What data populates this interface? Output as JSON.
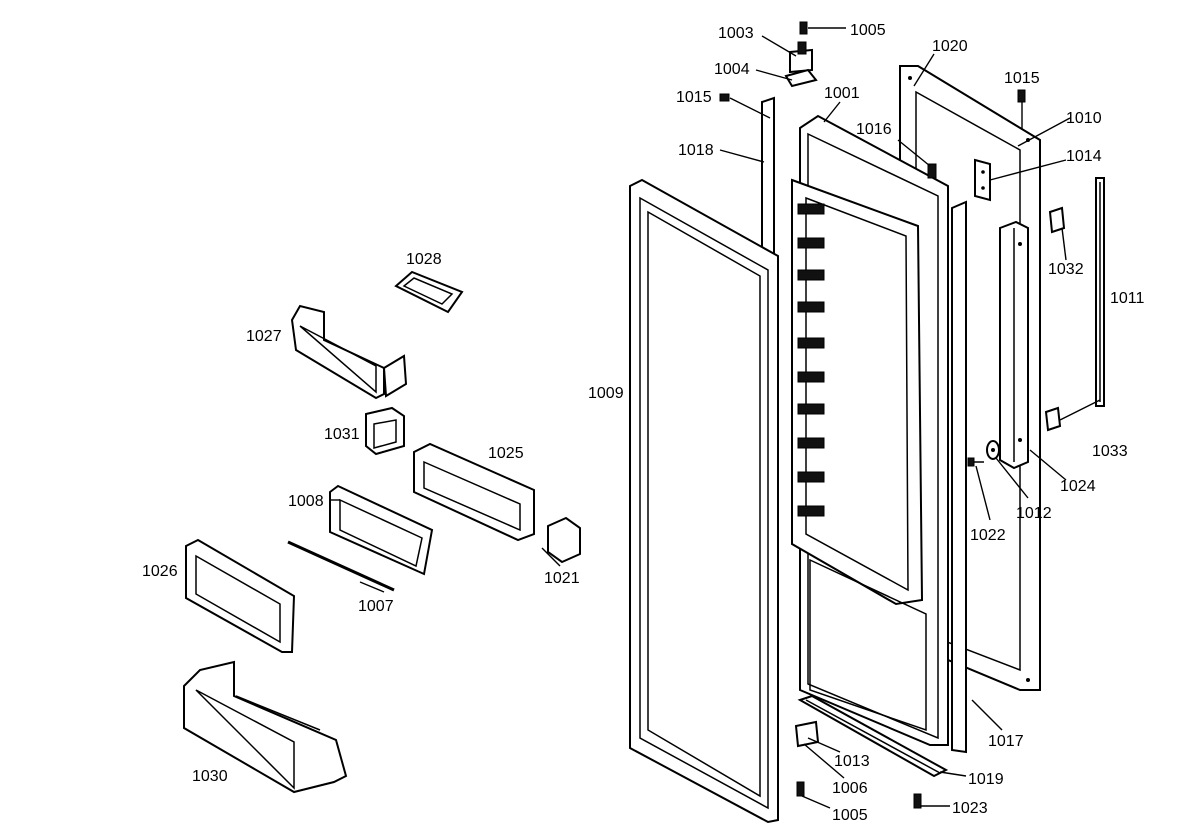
{
  "diagram": {
    "callouts": [
      {
        "id": "1003",
        "label": "1003"
      },
      {
        "id": "1005-top",
        "label": "1005"
      },
      {
        "id": "1004",
        "label": "1004"
      },
      {
        "id": "1020",
        "label": "1020"
      },
      {
        "id": "1015-left",
        "label": "1015"
      },
      {
        "id": "1001",
        "label": "1001"
      },
      {
        "id": "1015-right",
        "label": "1015"
      },
      {
        "id": "1010",
        "label": "1010"
      },
      {
        "id": "1016",
        "label": "1016"
      },
      {
        "id": "1014",
        "label": "1014"
      },
      {
        "id": "1018",
        "label": "1018"
      },
      {
        "id": "1028",
        "label": "1028"
      },
      {
        "id": "1032",
        "label": "1032"
      },
      {
        "id": "1011",
        "label": "1011"
      },
      {
        "id": "1027",
        "label": "1027"
      },
      {
        "id": "1009",
        "label": "1009"
      },
      {
        "id": "1031",
        "label": "1031"
      },
      {
        "id": "1025",
        "label": "1025"
      },
      {
        "id": "1033",
        "label": "1033"
      },
      {
        "id": "1024",
        "label": "1024"
      },
      {
        "id": "1008",
        "label": "1008"
      },
      {
        "id": "1012",
        "label": "1012"
      },
      {
        "id": "1022",
        "label": "1022"
      },
      {
        "id": "1026",
        "label": "1026"
      },
      {
        "id": "1021",
        "label": "1021"
      },
      {
        "id": "1007",
        "label": "1007"
      },
      {
        "id": "1017",
        "label": "1017"
      },
      {
        "id": "1013",
        "label": "1013"
      },
      {
        "id": "1019",
        "label": "1019"
      },
      {
        "id": "1030",
        "label": "1030"
      },
      {
        "id": "1006",
        "label": "1006"
      },
      {
        "id": "1005-bottom",
        "label": "1005"
      },
      {
        "id": "1023",
        "label": "1023"
      }
    ]
  }
}
